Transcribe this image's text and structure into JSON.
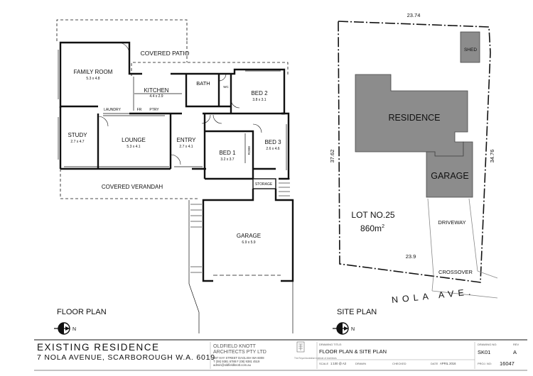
{
  "floor_plan": {
    "title": "FLOOR PLAN",
    "north_label": "N",
    "rooms": {
      "covered_patio": "COVERED PATIO",
      "family_room": {
        "name": "FAMILY ROOM",
        "size": "5.3 x 4.8"
      },
      "kitchen": {
        "name": "KITCHEN",
        "size": "4.4 x 2.9"
      },
      "bath": "BATH",
      "wc": "WC",
      "bed2": {
        "name": "BED 2",
        "size": "3.8 x 3.1"
      },
      "laundry": "LAUNDRY",
      "fr": "FR",
      "ptry": "PTRY",
      "study": {
        "name": "STUDY",
        "size": "2.7 x 4.7"
      },
      "lounge": {
        "name": "LOUNGE",
        "size": "5.3 x 4.1"
      },
      "entry": {
        "name": "ENTRY",
        "size": "2.7 x 4.1"
      },
      "bed1": {
        "name": "BED 1",
        "size": "3.2 x 3.7"
      },
      "robe": "ROBE",
      "bed3": {
        "name": "BED 3",
        "size": "2.6 x 4.6"
      },
      "covered_verandah": "COVERED VERANDAH",
      "storage": "STORAGE",
      "garage": {
        "name": "GARAGE",
        "size": "6.9 x 5.9"
      }
    }
  },
  "site_plan": {
    "title": "SITE PLAN",
    "north_label": "N",
    "dimensions": {
      "top": "23.74",
      "left": "37.62",
      "right": "34.76",
      "bottom": "23.9"
    },
    "labels": {
      "shed": "SHED",
      "residence": "RESIDENCE",
      "garage": "GARAGE",
      "lot": "LOT NO.25",
      "area": "860m",
      "area_sup": "2",
      "driveway": "DRIVEWAY",
      "crossover": "CROSSOVER",
      "street": "NOLA AVE."
    }
  },
  "title_block": {
    "project_title": "EXISTING RESIDENCE",
    "address": "7 NOLA AVENUE, SCARBOROUGH  W.A. 6019",
    "firm_line1": "OLDFIELD KNOTT",
    "firm_line2": "ARCHITECTS PTY LTD",
    "firm_address": "597 HAY STREET DAGLISH WA 6008",
    "firm_phone": "T (08) 9381 6788   F (08) 9381 4519",
    "firm_web": "admin@oldfieldknott.com.au",
    "institute_text": "The Royal Australian Institute of Architects",
    "drawing_title_label": "DRAWING TITLE:",
    "drawing_title": "FLOOR PLAN & SITE PLAN",
    "scale_label": "SCALE",
    "scale": "1:100 @ A3",
    "drawn_label": "DRAWN",
    "checked_label": "CHECKED",
    "date_label": "DATE",
    "date": "APRIL 2016",
    "drawing_no_label": "DRAWING NO:",
    "drawing_no": "SK01",
    "rev_label": "REV",
    "rev": "A",
    "proj_no_label": "PROJ. NO:",
    "proj_no": "16047"
  }
}
